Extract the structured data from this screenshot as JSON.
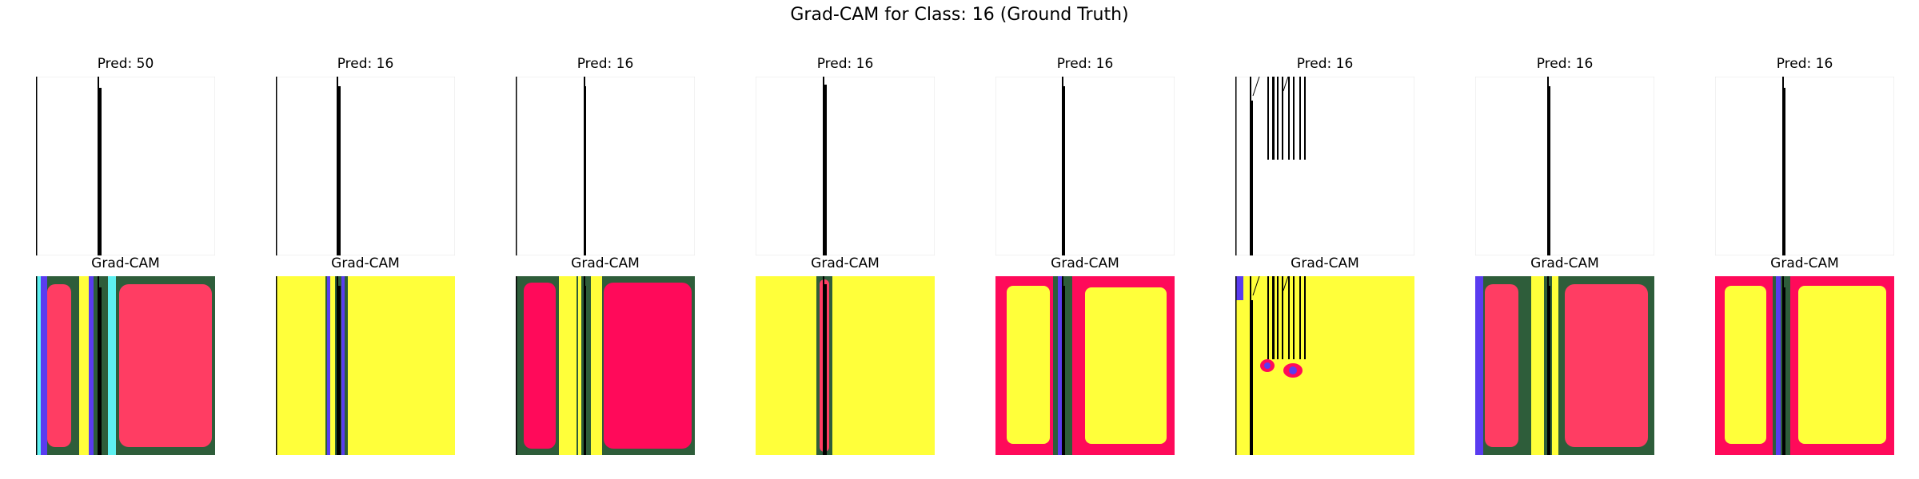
{
  "figure": {
    "title": "Grad-CAM for Class: 16 (Ground Truth)",
    "panels": [
      {
        "pred_label": "Pred: 50",
        "cam_label": "Grad-CAM"
      },
      {
        "pred_label": "Pred: 16",
        "cam_label": "Grad-CAM"
      },
      {
        "pred_label": "Pred: 16",
        "cam_label": "Grad-CAM"
      },
      {
        "pred_label": "Pred: 16",
        "cam_label": "Grad-CAM"
      },
      {
        "pred_label": "Pred: 16",
        "cam_label": "Grad-CAM"
      },
      {
        "pred_label": "Pred: 16",
        "cam_label": "Grad-CAM"
      },
      {
        "pred_label": "Pred: 16",
        "cam_label": "Grad-CAM"
      },
      {
        "pred_label": "Pred: 16",
        "cam_label": "Grad-CAM"
      }
    ]
  },
  "colors": {
    "heat_red": "#ff3d63",
    "heat_magenta": "#ff0a5a",
    "heat_yellow": "#ffff3a",
    "heat_green": "#2e5d3a",
    "heat_blue": "#5a3cf0",
    "heat_cyan": "#5ef0f0",
    "stroke": "#000000",
    "frame": "#dddddd"
  }
}
